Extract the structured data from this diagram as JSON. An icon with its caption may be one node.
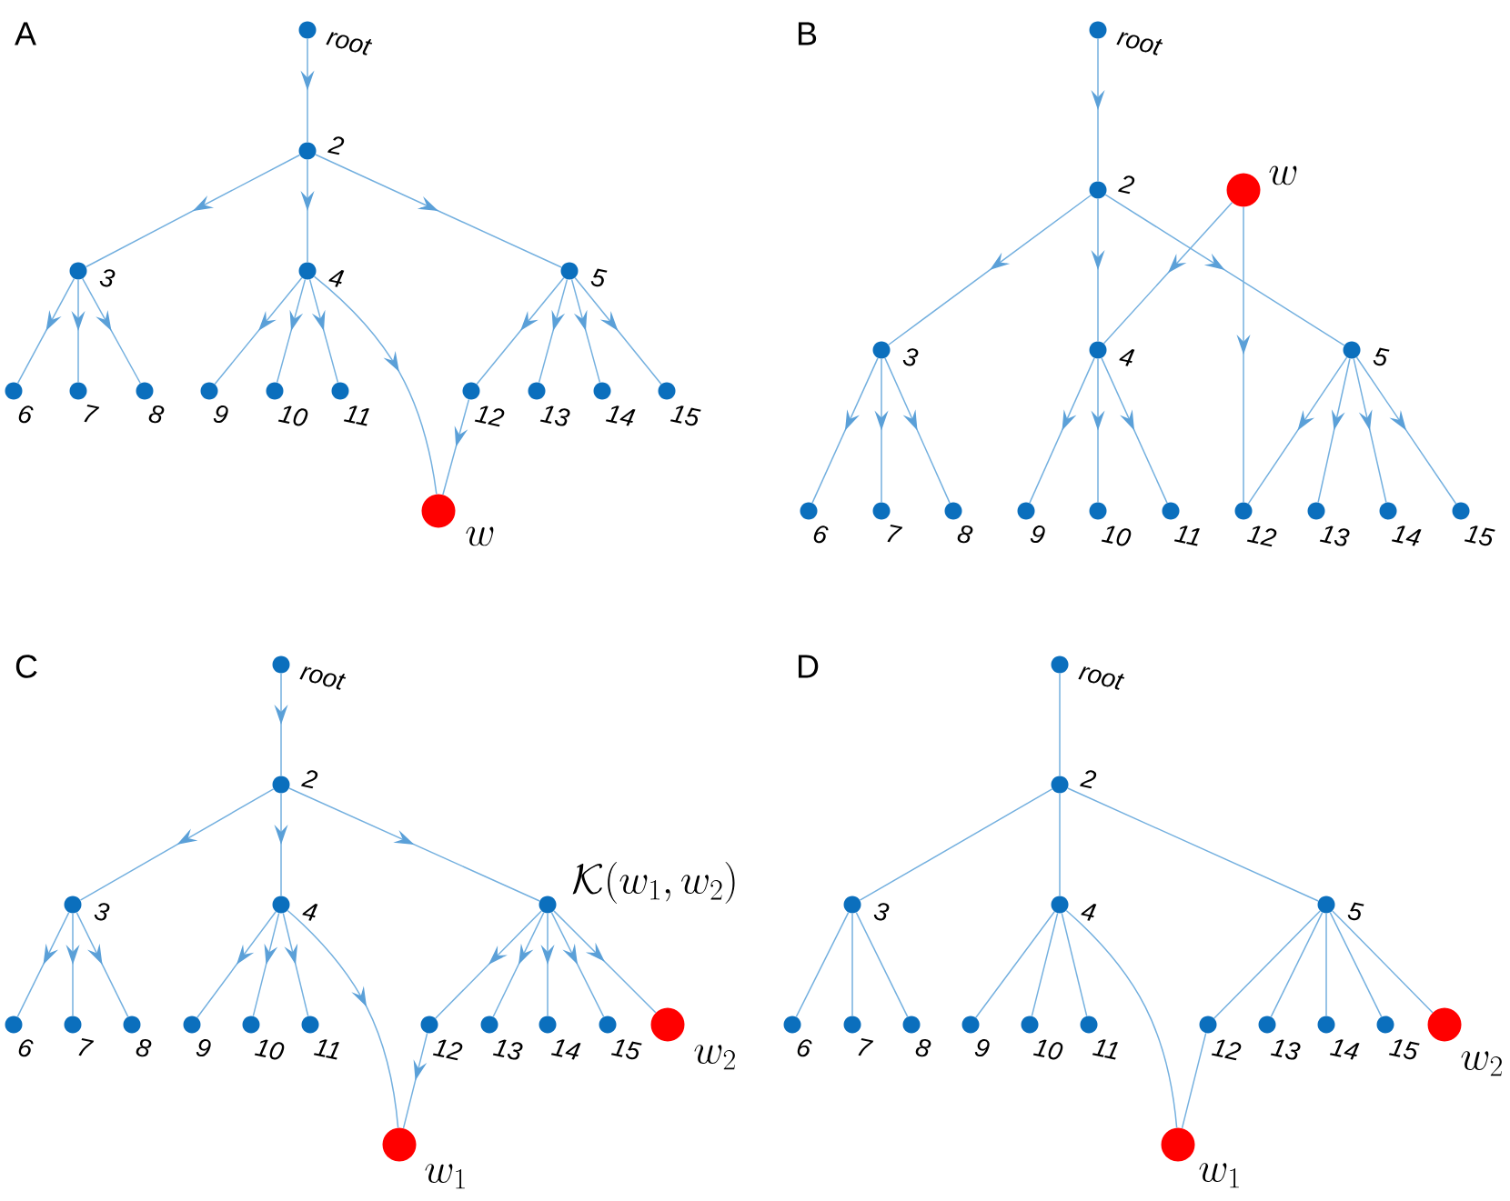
{
  "diagram": {
    "nodes": [
      {
        "text": [],
        "shape": "circle",
        "beside": [
          "root"
        ]
      },
      {
        "text": [],
        "shape": "circle",
        "beside": [
          "2"
        ]
      },
      {
        "text": [],
        "shape": "circle",
        "beside": [
          "3"
        ]
      },
      {
        "text": [],
        "shape": "circle",
        "beside": [
          "4"
        ]
      },
      {
        "text": [],
        "shape": "circle",
        "beside": [
          "5"
        ]
      },
      {
        "text": [],
        "shape": "circle",
        "beside": [
          "6"
        ]
      },
      {
        "text": [],
        "shape": "circle",
        "beside": [
          "7"
        ]
      },
      {
        "text": [],
        "shape": "circle",
        "beside": [
          "8"
        ]
      },
      {
        "text": [],
        "shape": "circle",
        "beside": [
          "9"
        ]
      },
      {
        "text": [],
        "shape": "circle",
        "beside": [
          "10"
        ]
      },
      {
        "text": [],
        "shape": "circle",
        "beside": [
          "11"
        ]
      },
      {
        "text": [],
        "shape": "circle",
        "beside": [
          "12"
        ]
      },
      {
        "text": [],
        "shape": "circle",
        "beside": [
          "13"
        ]
      },
      {
        "text": [],
        "shape": "circle",
        "beside": [
          "14"
        ]
      },
      {
        "text": [],
        "shape": "circle",
        "beside": [
          "15"
        ]
      },
      {
        "text": [],
        "shape": "circle",
        "beside": [
          "w"
        ]
      },
      {
        "text": [],
        "shape": "circle",
        "beside": [
          "root"
        ]
      },
      {
        "text": [],
        "shape": "circle",
        "beside": [
          "2"
        ]
      },
      {
        "text": [],
        "shape": "circle",
        "beside": [
          "w"
        ]
      },
      {
        "text": [],
        "shape": "circle",
        "beside": [
          "3"
        ]
      },
      {
        "text": [],
        "shape": "circle",
        "beside": [
          "4"
        ]
      },
      {
        "text": [],
        "shape": "circle",
        "beside": [
          "5"
        ]
      },
      {
        "text": [],
        "shape": "circle",
        "beside": [
          "6"
        ]
      },
      {
        "text": [],
        "shape": "circle",
        "beside": [
          "7"
        ]
      },
      {
        "text": [],
        "shape": "circle",
        "beside": [
          "8"
        ]
      },
      {
        "text": [],
        "shape": "circle",
        "beside": [
          "9"
        ]
      },
      {
        "text": [],
        "shape": "circle",
        "beside": [
          "10"
        ]
      },
      {
        "text": [],
        "shape": "circle",
        "beside": [
          "11"
        ]
      },
      {
        "text": [],
        "shape": "circle",
        "beside": [
          "12"
        ]
      },
      {
        "text": [],
        "shape": "circle",
        "beside": [
          "13"
        ]
      },
      {
        "text": [],
        "shape": "circle",
        "beside": [
          "14"
        ]
      },
      {
        "text": [],
        "shape": "circle",
        "beside": [
          "15"
        ]
      },
      {
        "text": [],
        "shape": "circle",
        "beside": [
          "root"
        ]
      },
      {
        "text": [],
        "shape": "circle",
        "beside": [
          "2"
        ]
      },
      {
        "text": [],
        "shape": "circle",
        "beside": [
          "3"
        ]
      },
      {
        "text": [],
        "shape": "circle",
        "beside": [
          "4"
        ]
      },
      {
        "text": [],
        "shape": "circle",
        "beside": [
          "\\mathcal{K}(w_1, w_2)"
        ]
      },
      {
        "text": [],
        "shape": "circle",
        "beside": [
          "6"
        ]
      },
      {
        "text": [],
        "shape": "circle",
        "beside": [
          "7"
        ]
      },
      {
        "text": [],
        "shape": "circle",
        "beside": [
          "8"
        ]
      },
      {
        "text": [],
        "shape": "circle",
        "beside": [
          "9"
        ]
      },
      {
        "text": [],
        "shape": "circle",
        "beside": [
          "10"
        ]
      },
      {
        "text": [],
        "shape": "circle",
        "beside": [
          "11"
        ]
      },
      {
        "text": [],
        "shape": "circle",
        "beside": [
          "12"
        ]
      },
      {
        "text": [],
        "shape": "circle",
        "beside": [
          "13"
        ]
      },
      {
        "text": [],
        "shape": "circle",
        "beside": [
          "14"
        ]
      },
      {
        "text": [],
        "shape": "circle",
        "beside": [
          "15"
        ]
      },
      {
        "text": [],
        "shape": "circle",
        "beside": [
          "w_2"
        ]
      },
      {
        "text": [],
        "shape": "circle",
        "beside": [
          "w_1"
        ]
      },
      {
        "text": [],
        "shape": "circle",
        "beside": [
          "root"
        ]
      },
      {
        "text": [],
        "shape": "circle",
        "beside": [
          "2"
        ]
      },
      {
        "text": [],
        "shape": "circle",
        "beside": [
          "3"
        ]
      },
      {
        "text": [],
        "shape": "circle",
        "beside": [
          "4"
        ]
      },
      {
        "text": [],
        "shape": "circle",
        "beside": [
          "5"
        ]
      },
      {
        "text": [],
        "shape": "circle",
        "beside": [
          "6"
        ]
      },
      {
        "text": [],
        "shape": "circle",
        "beside": [
          "7"
        ]
      },
      {
        "text": [],
        "shape": "circle",
        "beside": [
          "8"
        ]
      },
      {
        "text": [],
        "shape": "circle",
        "beside": [
          "9"
        ]
      },
      {
        "text": [],
        "shape": "circle",
        "beside": [
          "10"
        ]
      },
      {
        "text": [],
        "shape": "circle",
        "beside": [
          "11"
        ]
      },
      {
        "text": [],
        "shape": "circle",
        "beside": [
          "12"
        ]
      },
      {
        "text": [],
        "shape": "circle",
        "beside": [
          "13"
        ]
      },
      {
        "text": [],
        "shape": "circle",
        "beside": [
          "14"
        ]
      },
      {
        "text": [],
        "shape": "circle",
        "beside": [
          "15"
        ]
      },
      {
        "text": [],
        "shape": "circle",
        "beside": [
          "w_2"
        ]
      },
      {
        "text": [],
        "shape": "circle",
        "beside": [
          "w_1"
        ]
      }
    ],
    "edges": [
      {
        "from": 0,
        "to": 1,
        "arrow": "to"
      },
      {
        "from": 1,
        "to": 2,
        "arrow": "to"
      },
      {
        "from": 1,
        "to": 3,
        "arrow": "to"
      },
      {
        "from": 1,
        "to": 4,
        "arrow": "to"
      },
      {
        "from": 2,
        "to": 5,
        "arrow": "to"
      },
      {
        "from": 2,
        "to": 6,
        "arrow": "to"
      },
      {
        "from": 2,
        "to": 7,
        "arrow": "to"
      },
      {
        "from": 3,
        "to": 8,
        "arrow": "to"
      },
      {
        "from": 3,
        "to": 9,
        "arrow": "to"
      },
      {
        "from": 3,
        "to": 10,
        "arrow": "to"
      },
      {
        "from": 3,
        "to": 15,
        "arrow": "to"
      },
      {
        "from": 4,
        "to": 11,
        "arrow": "to"
      },
      {
        "from": 4,
        "to": 12,
        "arrow": "to"
      },
      {
        "from": 4,
        "to": 13,
        "arrow": "to"
      },
      {
        "from": 4,
        "to": 14,
        "arrow": "to"
      },
      {
        "from": 11,
        "to": 15,
        "arrow": "to"
      },
      {
        "from": 16,
        "to": 17,
        "arrow": "to"
      },
      {
        "from": 17,
        "to": 19,
        "arrow": "to"
      },
      {
        "from": 17,
        "to": 20,
        "arrow": "to"
      },
      {
        "from": 17,
        "to": 21,
        "arrow": "to"
      },
      {
        "from": 18,
        "to": 20,
        "arrow": "to"
      },
      {
        "from": 18,
        "to": 28,
        "arrow": "to"
      },
      {
        "from": 19,
        "to": 22,
        "arrow": "to"
      },
      {
        "from": 19,
        "to": 23,
        "arrow": "to"
      },
      {
        "from": 19,
        "to": 24,
        "arrow": "to"
      },
      {
        "from": 20,
        "to": 25,
        "arrow": "to"
      },
      {
        "from": 20,
        "to": 26,
        "arrow": "to"
      },
      {
        "from": 20,
        "to": 27,
        "arrow": "to"
      },
      {
        "from": 21,
        "to": 28,
        "arrow": "to"
      },
      {
        "from": 21,
        "to": 29,
        "arrow": "to"
      },
      {
        "from": 21,
        "to": 30,
        "arrow": "to"
      },
      {
        "from": 21,
        "to": 31,
        "arrow": "to"
      },
      {
        "from": 32,
        "to": 33,
        "arrow": "to"
      },
      {
        "from": 33,
        "to": 34,
        "arrow": "to"
      },
      {
        "from": 33,
        "to": 35,
        "arrow": "to"
      },
      {
        "from": 33,
        "to": 36,
        "arrow": "to"
      },
      {
        "from": 34,
        "to": 37,
        "arrow": "to"
      },
      {
        "from": 34,
        "to": 38,
        "arrow": "to"
      },
      {
        "from": 34,
        "to": 39,
        "arrow": "to"
      },
      {
        "from": 35,
        "to": 40,
        "arrow": "to"
      },
      {
        "from": 35,
        "to": 41,
        "arrow": "to"
      },
      {
        "from": 35,
        "to": 42,
        "arrow": "to"
      },
      {
        "from": 35,
        "to": 48,
        "arrow": "to"
      },
      {
        "from": 36,
        "to": 43,
        "arrow": "to"
      },
      {
        "from": 36,
        "to": 44,
        "arrow": "to"
      },
      {
        "from": 36,
        "to": 45,
        "arrow": "to"
      },
      {
        "from": 36,
        "to": 46,
        "arrow": "to"
      },
      {
        "from": 36,
        "to": 47,
        "arrow": "to"
      },
      {
        "from": 43,
        "to": 48,
        "arrow": "to"
      },
      {
        "from": 49,
        "to": 50,
        "arrow": "none"
      },
      {
        "from": 50,
        "to": 51,
        "arrow": "none"
      },
      {
        "from": 50,
        "to": 52,
        "arrow": "none"
      },
      {
        "from": 50,
        "to": 53,
        "arrow": "none"
      },
      {
        "from": 51,
        "to": 54,
        "arrow": "none"
      },
      {
        "from": 51,
        "to": 55,
        "arrow": "none"
      },
      {
        "from": 51,
        "to": 56,
        "arrow": "none"
      },
      {
        "from": 52,
        "to": 57,
        "arrow": "none"
      },
      {
        "from": 52,
        "to": 58,
        "arrow": "none"
      },
      {
        "from": 52,
        "to": 59,
        "arrow": "none"
      },
      {
        "from": 52,
        "to": 65,
        "arrow": "none"
      },
      {
        "from": 53,
        "to": 60,
        "arrow": "none"
      },
      {
        "from": 53,
        "to": 61,
        "arrow": "none"
      },
      {
        "from": 53,
        "to": 62,
        "arrow": "none"
      },
      {
        "from": 53,
        "to": 63,
        "arrow": "none"
      },
      {
        "from": 53,
        "to": 64,
        "arrow": "none"
      },
      {
        "from": 60,
        "to": 65,
        "arrow": "none"
      }
    ],
    "labels": [
      "A",
      "B",
      "C",
      "D"
    ]
  }
}
